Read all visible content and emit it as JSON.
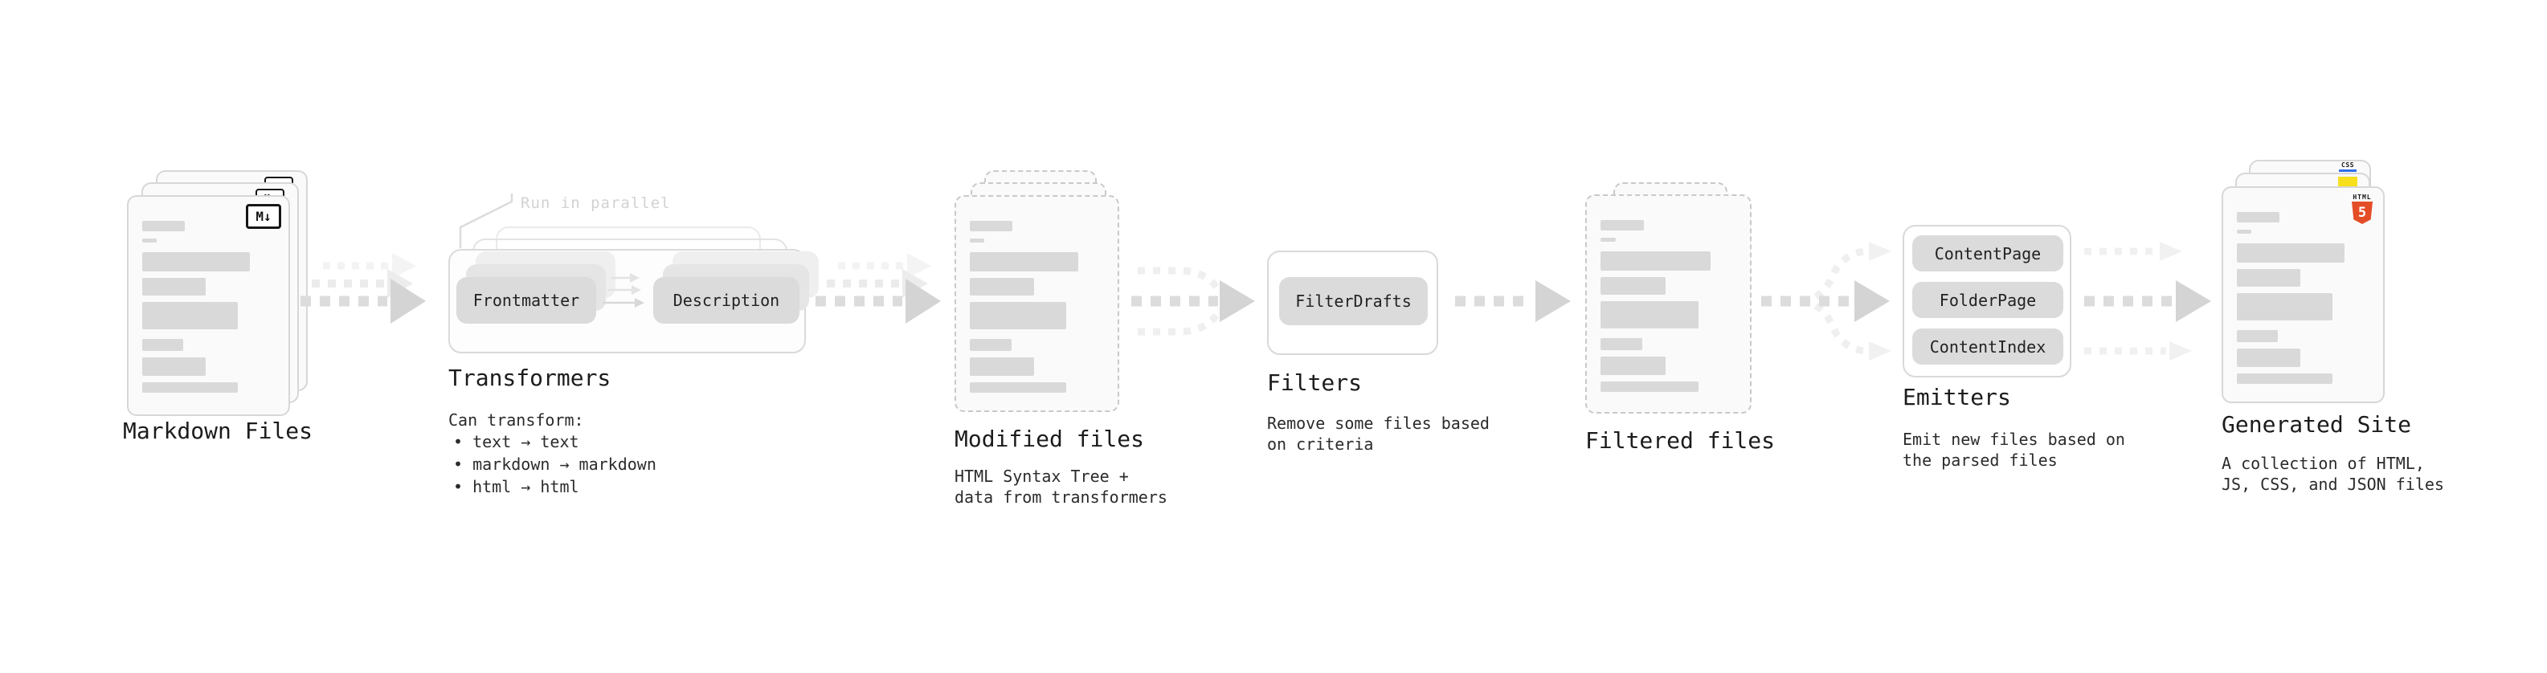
{
  "diagram": {
    "stages": {
      "markdown_files": {
        "title": "Markdown Files",
        "badge": "M↓",
        "icon": "markdown-icon"
      },
      "transformers": {
        "title": "Transformers",
        "annotation": "Run in parallel",
        "pill_from": "Frontmatter",
        "pill_to": "Description",
        "desc_heading": "Can transform:",
        "bullets": [
          "• text → text",
          "• markdown → markdown",
          "• html → html"
        ]
      },
      "modified_files": {
        "title": "Modified files",
        "desc_line1": "HTML Syntax Tree +",
        "desc_line2": "data from transformers"
      },
      "filters": {
        "title": "Filters",
        "pill": "FilterDrafts",
        "desc_line1": "Remove some files based",
        "desc_line2": "on criteria"
      },
      "filtered_files": {
        "title": "Filtered files"
      },
      "emitters": {
        "title": "Emitters",
        "pills": [
          "ContentPage",
          "FolderPage",
          "ContentIndex"
        ],
        "desc_line1": "Emit new files based on",
        "desc_line2": "the parsed files"
      },
      "generated_site": {
        "title": "Generated Site",
        "desc_line1": "A collection of HTML,",
        "desc_line2": "JS, CSS, and JSON files",
        "html_badge_word": "HTML",
        "html_badge_number": "5",
        "css_badge_word": "CSS",
        "icons": [
          "html5-icon",
          "js-icon",
          "css-icon"
        ]
      }
    },
    "file_card_bars": [
      {
        "w": 32,
        "h": 13,
        "mt": 30
      },
      {
        "w": 11,
        "h": 5,
        "mt": 9
      },
      {
        "w": 81,
        "h": 24,
        "mt": 12
      },
      {
        "w": 48,
        "h": 22,
        "mt": 8
      },
      {
        "w": 72,
        "h": 34,
        "mt": 8
      },
      {
        "w": 31,
        "h": 15,
        "mt": 12
      },
      {
        "w": 48,
        "h": 23,
        "mt": 8
      },
      {
        "w": 72,
        "h": 13,
        "mt": 8
      }
    ],
    "colors": {
      "card_border": "#d7d7d7",
      "dashed_border": "#c9c9c9",
      "bar_fill": "#d9d9d9",
      "pill_bg": "#dbdbdb",
      "arrow_main": "#d4d4d4",
      "arrow_dash": "#dcdcdc",
      "arrow_light": "#ededed",
      "annotation_gray": "#d2d2d2",
      "html5_orange": "#e44d26",
      "js_yellow": "#f7df1e",
      "css_blue": "#2f6fed",
      "ink": "#1f1f1f"
    }
  }
}
